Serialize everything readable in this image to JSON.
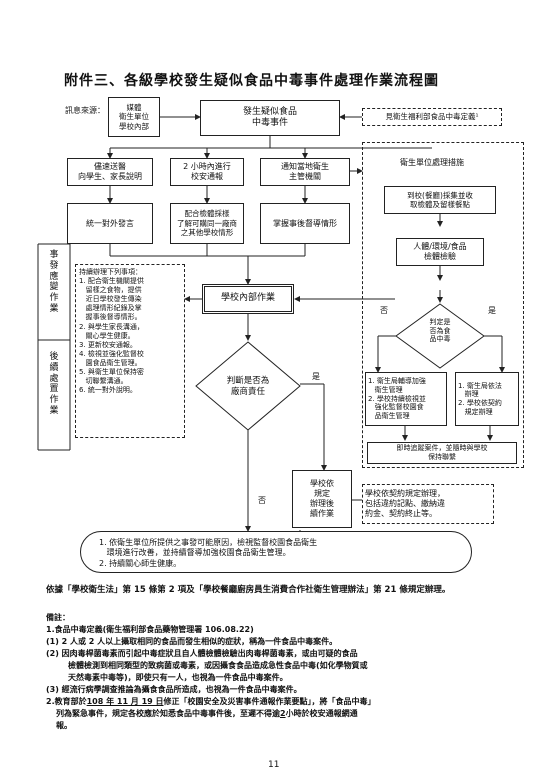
{
  "title": "附件三、各級學校發生疑似食品中毒事件處理作業流程圖",
  "source_label": "訊息來源：",
  "source_items": "媒體\n衛生單位\n學校內部",
  "start_box": "發生疑似食品\n中毒事件",
  "right_note": "見衛生福利部食品中毒定義¹",
  "row1": {
    "box1": "儘速送醫\n向學生、家長說明",
    "box2": "2 小時內進行\n校安通報",
    "box3": "通知當地衛生\n主管機關"
  },
  "row2": {
    "box1": "統一對外發言",
    "box2": "配合檢體採樣\n了解可購同一廠商\n之其他學校情形",
    "box3": "掌握事後督導情形"
  },
  "health": {
    "title": "衛生單位處理措施",
    "sample": "到校(餐廳)採集並收\n取檢體及留樣餐點",
    "inspect": "人體/環境/食品\n檢體檢驗",
    "diamond": "判定是\n否為食\n品中毒",
    "no": "否",
    "yes": "是",
    "left_box": "1. 衛生局輔導加強\n   衛生管理\n2. 學校持續檢視並\n   強化監督校園食\n   品衛生管理",
    "right_box": "1. 衛生局依法\n   辦理\n2. 學校依契約\n   規定辦理",
    "follow": "即時追蹤案件，並隨時與學校\n保持聯繫"
  },
  "side_labels": {
    "stage1": "事\n發\n應\n變\n作\n業",
    "stage2": "後\n續\n處\n置\n作\n業"
  },
  "todo": "持續辦理下列事項：\n1. 配合衛生機關提供\n   留樣之食物，提供\n   近日學校發生傳染\n   處理情形紀錄及掌\n   握事後督導情形。\n2. 與學生家長溝通，\n   關心學生健康。\n3. 更新校安通報。\n4. 檢視並強化監督校\n   園食品衛生管理。\n5. 與衛生單位保持密\n   切聯繫溝通。\n6. 統一對外說明。",
  "internal_work": "學校內部作業",
  "judge": "判斷是否為\n廠商責任",
  "judge_no": "否",
  "judge_yes": "是",
  "contract_box": "學校依\n規定\n辦理後\n續作業",
  "contract_note": "學校依契約規定辦理，\n包括違約記點、繳納違\n約金、契約終止等。",
  "bottom_box": "1. 依衛生單位所提供之事發可能原因，檢視監督校園食品衛生\n   環境進行改善，並持續督導加強校園食品衛生管理。\n2. 持續關心師生健康。",
  "law": "依據「學校衛生法」第 15 條第 2 項及「學校餐廳廚房員生消費合作社衛生管理辦法」第 21 條規定辦理。",
  "remarks_title": "備註：",
  "n1_title": "1.食品中毒定義(衛生福利部食品藥物管理署 106.08.22)",
  "n1_1": "(1)  2 人或 2 人以上攝取相同的食品而發生相似的症狀，稱為一件食品中毒案件。",
  "n1_2": "(2)  因肉毒桿菌毒素而引起中毒症狀且自人體檢體檢驗出肉毒桿菌毒素，或由可疑的食品",
  "n1_2b": "檢體檢測到相同類型的致病菌或毒素，或因攝食食品造成急性食品中毒(如化學物質或",
  "n1_2c": "天然毒素中毒等)，即使只有一人，也視為一件食品中毒案件。",
  "n1_3": "(3)  經流行病學調查推論為攝食食品所造成，也視為一件食品中毒案件。",
  "n2_a": "2.教育部於",
  "n2_date": "108 年 11 月 19 日",
  "n2_b": "修正「校園安全及災害事件通報作業要點」，將「食品中毒」",
  "n2_c": "列為緊急事件，規定各校應於知悉食品中毒事件後，至遲不得逾",
  "n2_hours": "2",
  "n2_d": "小時於校安通報網通",
  "n2_e": "報。",
  "page_number": "11"
}
